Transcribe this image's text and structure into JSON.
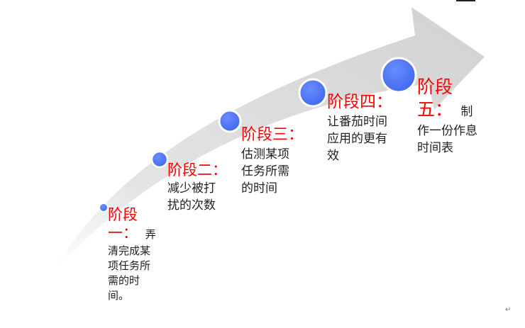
{
  "stages": [
    {
      "title": "阶段",
      "title2": "一：",
      "body": "弄",
      "body2": "清完成某项任务所需的时间。"
    },
    {
      "title": "阶段二：",
      "body": "减少被打扰的次数"
    },
    {
      "title": "阶段三：",
      "body": "估测某项任务所需的时间"
    },
    {
      "title": "阶段四：",
      "body": "让番茄时间应用的更有效"
    },
    {
      "title": "阶段",
      "title2": "五：",
      "body": "制",
      "body2": "作一份作息时间表"
    }
  ],
  "colors": {
    "arrow_fill": "#d6d6d6",
    "circle_fill": "#4a72f5",
    "circle_stroke": "#ffffff",
    "title_color": "#ff0000"
  },
  "return_mark": "↵"
}
